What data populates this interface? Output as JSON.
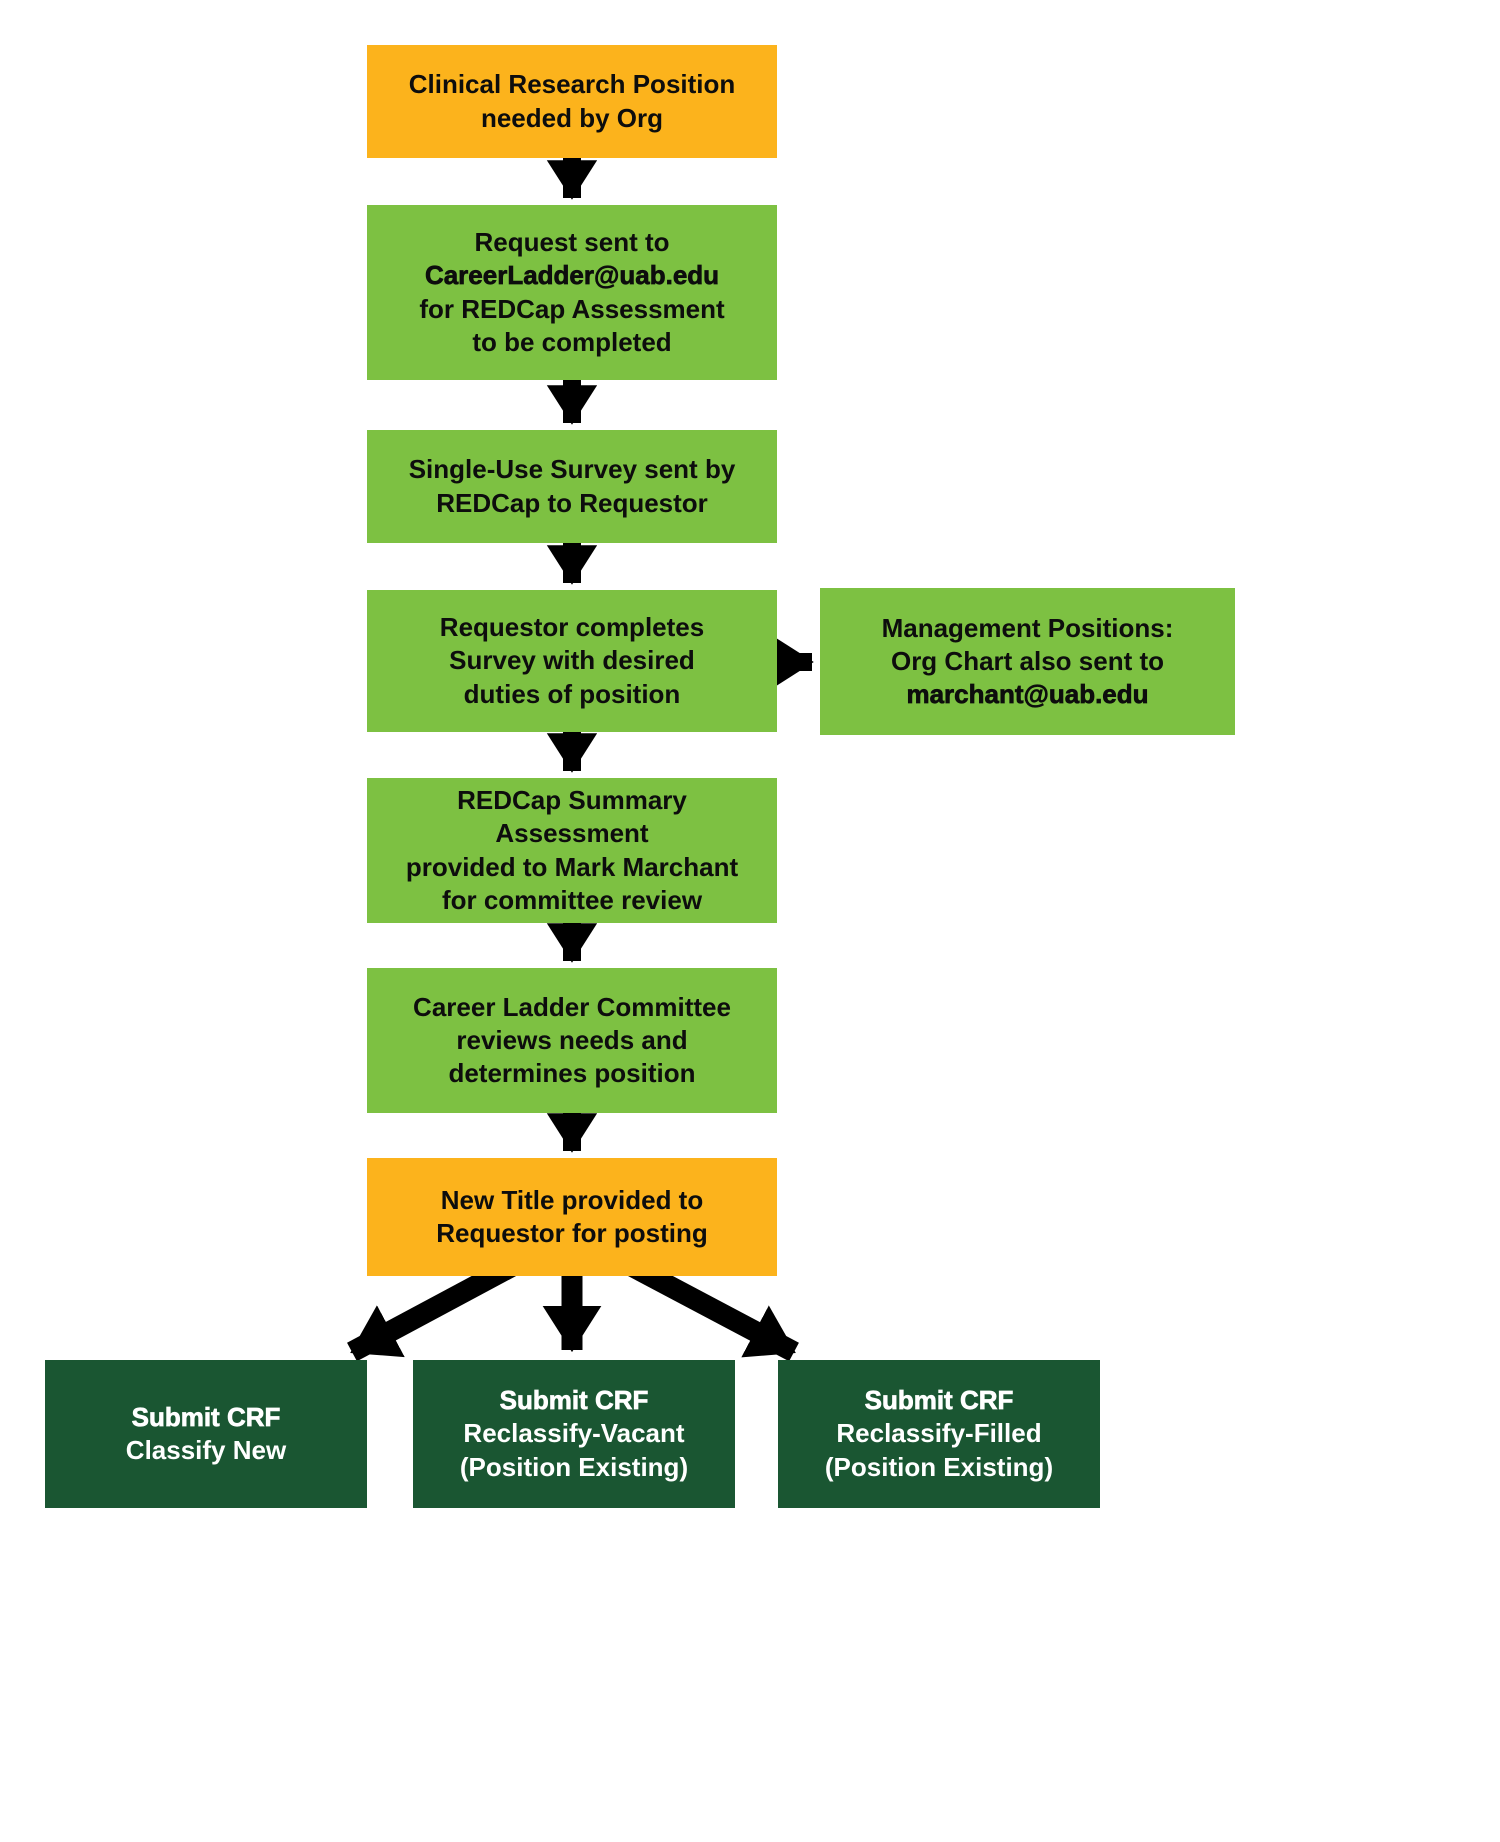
{
  "diagram": {
    "title": "Clinical Research Career Ladder position request flowchart",
    "colors": {
      "gold": "#FCB31C",
      "green": "#7DC142",
      "dark_green": "#1A5632",
      "arrow": "#000000",
      "text_dark": "#0D0D0D",
      "text_light": "#FFFFFF"
    },
    "boxes": {
      "start": {
        "line1": "Clinical Research Position",
        "line2": "needed by Org"
      },
      "request": {
        "line1": "Request sent to",
        "line2": "CareerLadder@uab.edu",
        "line3": "for REDCap Assessment",
        "line4": "to be completed"
      },
      "survey_sent": {
        "line1": "Single-Use Survey sent by",
        "line2": "REDCap to Requestor"
      },
      "requestor_completes": {
        "line1": "Requestor completes",
        "line2": "Survey with desired",
        "line3": "duties of position"
      },
      "management_side": {
        "line1": "Management Positions:",
        "line2": "Org Chart also sent to",
        "line3": "marchant@uab.edu"
      },
      "summary": {
        "line1": "REDCap Summary Assessment",
        "line2": "provided to Mark Marchant",
        "line3": "for committee review"
      },
      "committee": {
        "line1": "Career Ladder Committee",
        "line2": "reviews needs and",
        "line3": "determines position"
      },
      "new_title": {
        "line1": "New Title provided to",
        "line2": "Requestor for posting"
      },
      "crf_new": {
        "line1": "Submit CRF",
        "line2": "Classify New"
      },
      "crf_vacant": {
        "line1": "Submit CRF",
        "line2": "Reclassify-Vacant",
        "line3": "(Position Existing)"
      },
      "crf_filled": {
        "line1": "Submit CRF",
        "line2": "Reclassify-Filled",
        "line3": "(Position Existing)"
      }
    }
  }
}
